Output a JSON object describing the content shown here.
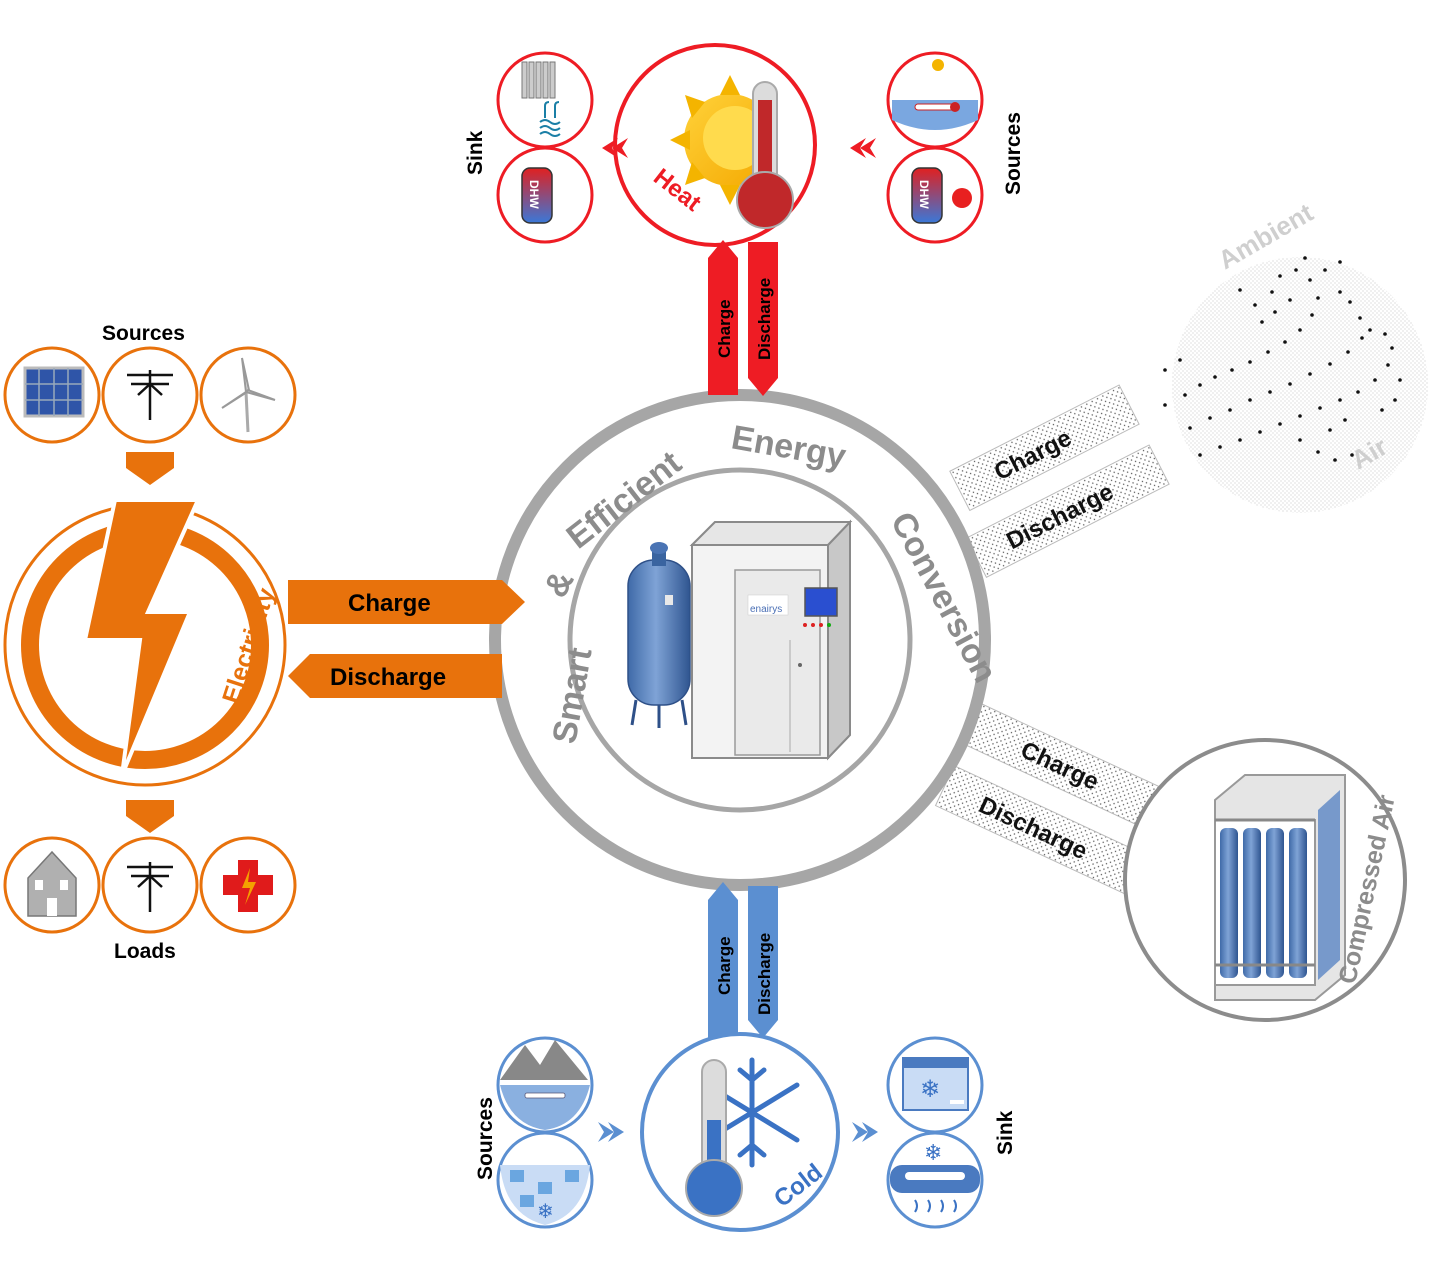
{
  "colors": {
    "electricity": "#e8720c",
    "heat": "#ee1c24",
    "cold": "#5b8fd1",
    "gray": "#a6a6a6",
    "dark_gray": "#808080"
  },
  "center": {
    "ring_words": [
      "Smart",
      "&",
      "Efficient",
      "Energy",
      "Conversion"
    ],
    "device_brand": "enairys"
  },
  "electricity": {
    "label": "Electricity",
    "sources_label": "Sources",
    "loads_label": "Loads",
    "source_icons": [
      "solar-panel-icon",
      "power-pylon-icon",
      "wind-turbine-icon"
    ],
    "load_icons": [
      "house-icon",
      "power-pylon-icon",
      "medical-cross-icon"
    ],
    "charge_label": "Charge",
    "discharge_label": "Discharge"
  },
  "heat": {
    "label": "Heat",
    "sink_label": "Sink",
    "sources_label": "Sources",
    "dhw_label": "DHW",
    "sink_icons": [
      "radiator-pool-icon",
      "dhw-tank-icon"
    ],
    "source_icons": [
      "solar-water-icon",
      "dhw-boiler-icon"
    ],
    "charge_label": "Charge",
    "discharge_label": "Discharge"
  },
  "cold": {
    "label": "Cold",
    "sources_label": "Sources",
    "sink_label": "Sink",
    "source_icons": [
      "mountain-lake-icon",
      "ice-storage-icon"
    ],
    "sink_icons": [
      "freezer-icon",
      "air-conditioner-icon"
    ],
    "charge_label": "Charge",
    "discharge_label": "Discharge"
  },
  "ambient_air": {
    "label_top": "Ambient",
    "label_bottom": "Air",
    "charge_label": "Charge",
    "discharge_label": "Discharge"
  },
  "compressed_air": {
    "label": "Compressed Air",
    "charge_label": "Charge",
    "discharge_label": "Discharge"
  }
}
